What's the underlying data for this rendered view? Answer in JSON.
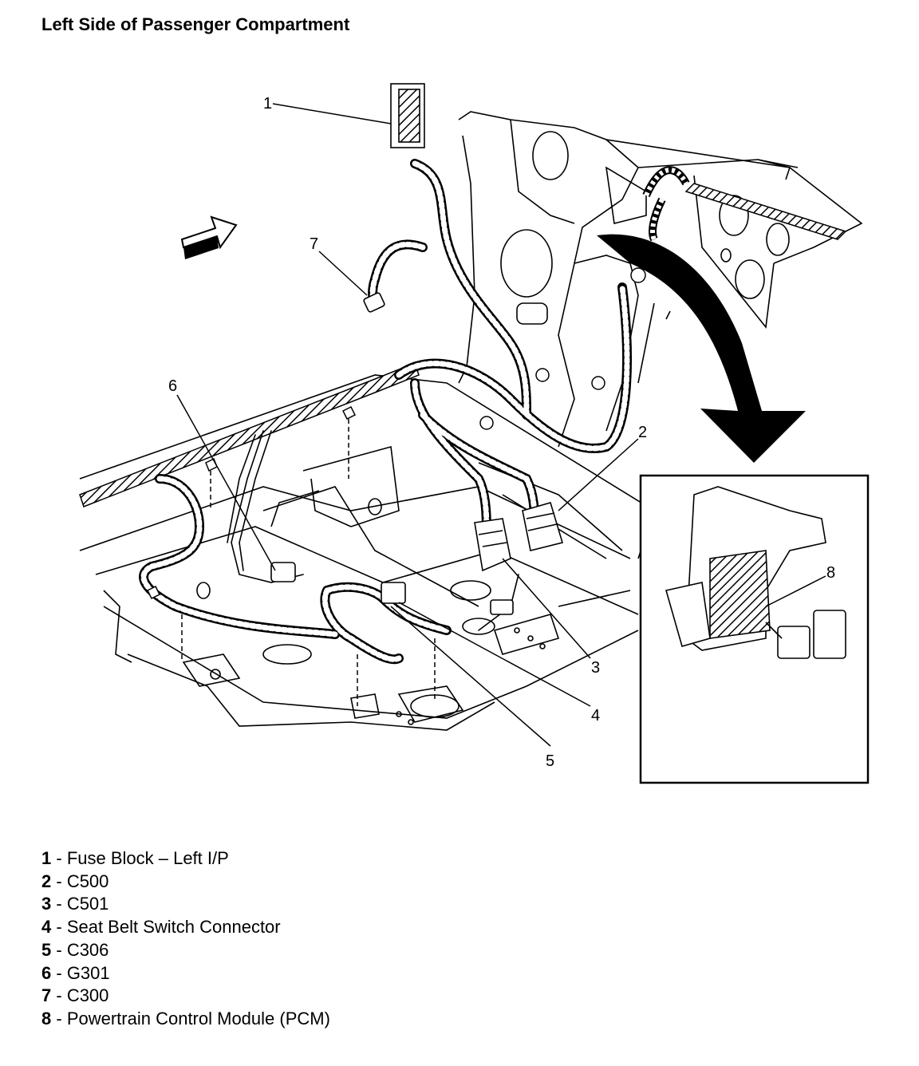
{
  "title": "Left Side of Passenger Compartment",
  "callouts": [
    {
      "num": "1"
    },
    {
      "num": "2"
    },
    {
      "num": "3"
    },
    {
      "num": "4"
    },
    {
      "num": "5"
    },
    {
      "num": "6"
    },
    {
      "num": "7"
    },
    {
      "num": "8"
    }
  ],
  "legend": [
    {
      "num": "1",
      "sep": " - ",
      "label": "Fuse Block – Left I/P"
    },
    {
      "num": "2",
      "sep": " - ",
      "label": "C500"
    },
    {
      "num": "3",
      "sep": " - ",
      "label": "C501"
    },
    {
      "num": "4",
      "sep": " - ",
      "label": "Seat Belt Switch Connector"
    },
    {
      "num": "5",
      "sep": " - ",
      "label": "C306"
    },
    {
      "num": "6",
      "sep": " - ",
      "label": "G301"
    },
    {
      "num": "7",
      "sep": " - ",
      "label": "C300"
    },
    {
      "num": "8",
      "sep": " - ",
      "label": "Powertrain Control Module (PCM)"
    }
  ]
}
